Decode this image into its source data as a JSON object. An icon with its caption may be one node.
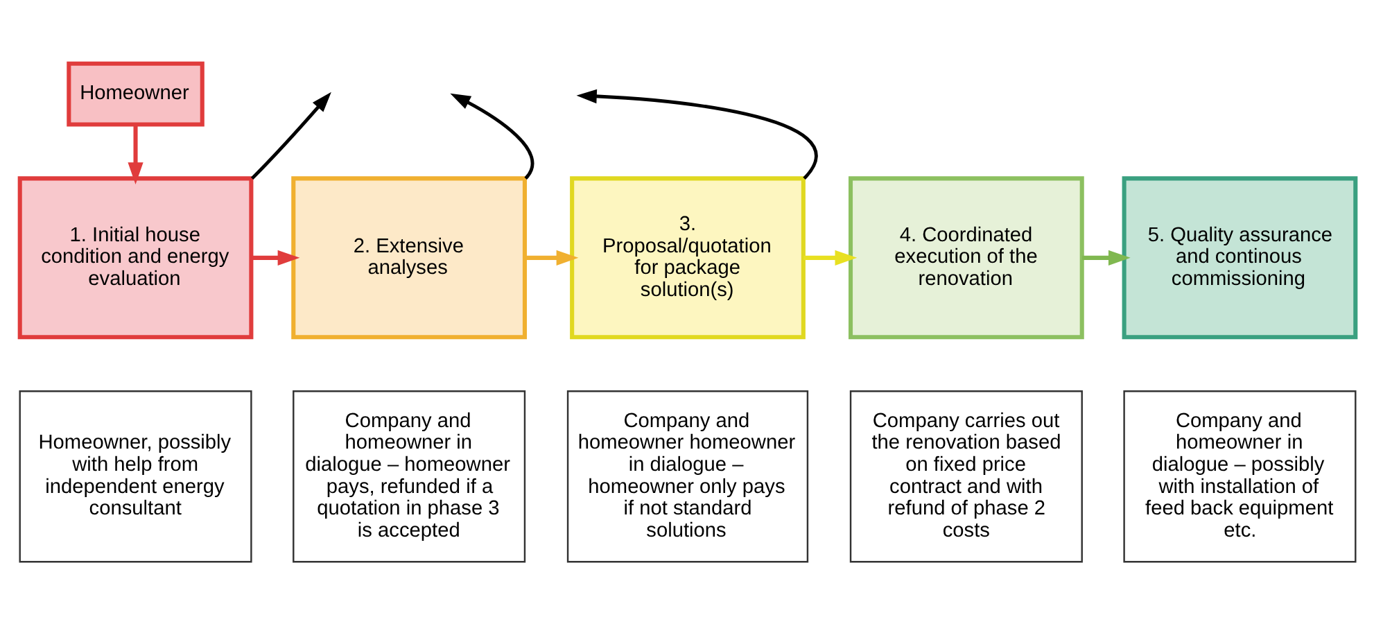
{
  "diagram": {
    "nodes": [
      {
        "text": [
          "Homeowner"
        ]
      },
      {
        "text": [
          "1. Initial house condition and energy evaluation"
        ]
      },
      {
        "text": [
          "2. Extensive analyses"
        ]
      },
      {
        "text": [
          "3. Proposal/quotation for package solution(s)"
        ]
      },
      {
        "text": [
          "4. Coordinated execution of the renovation"
        ]
      },
      {
        "text": [
          "5. Quality assurance and continous commissioning"
        ]
      },
      {
        "text": [
          "Homeowner, possibly with help from independent energy consultant"
        ]
      },
      {
        "text": [
          "Company and homeowner in dialogue – homeowner pays, refunded if a quotation in phase 3 is accepted"
        ]
      },
      {
        "text": [
          "Company and homeowner homeowner in dialogue – homeowner only pays if not standard solutions"
        ]
      },
      {
        "text": [
          "Company carries out the renovation based on fixed price contract and with refund of phase 2 costs"
        ]
      },
      {
        "text": [
          "Company and homeowner in dialogue – possibly with installation of feed back equipment etc."
        ]
      }
    ],
    "edges": [
      {
        "from": 0,
        "to": 1,
        "arrow": "to",
        "color": "#e03c3c"
      },
      {
        "from": 1,
        "to": 2,
        "arrow": "to",
        "color": "#e03c3c"
      },
      {
        "from": 2,
        "to": 3,
        "arrow": "to",
        "color": "#f0b030"
      },
      {
        "from": 3,
        "to": 4,
        "arrow": "to",
        "color": "#e8e020"
      },
      {
        "from": 4,
        "to": 5,
        "arrow": "to",
        "color": "#80b850"
      },
      {
        "from": 1,
        "to": null,
        "arrow": "to"
      },
      {
        "from": 2,
        "to": null,
        "arrow": "to"
      },
      {
        "from": 3,
        "to": null,
        "arrow": "to"
      }
    ]
  }
}
